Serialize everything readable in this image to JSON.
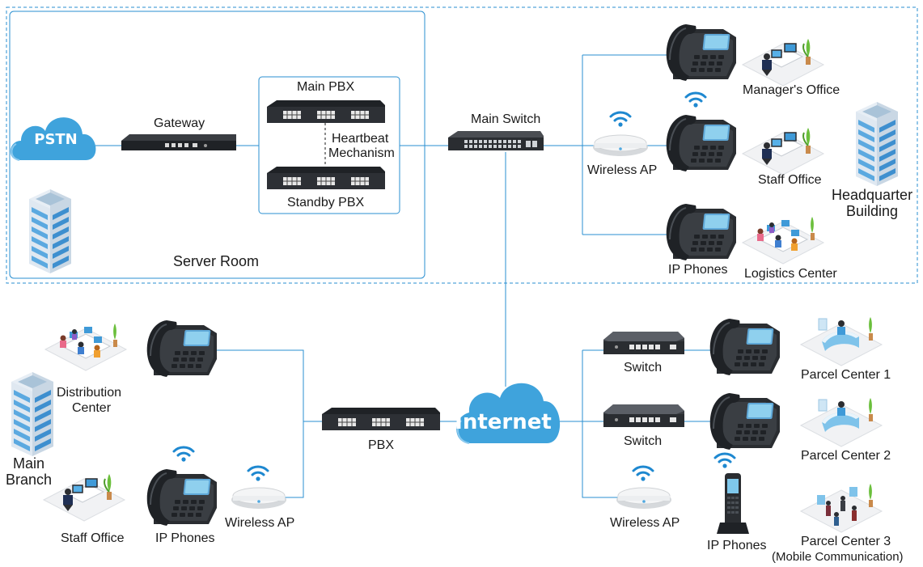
{
  "colors": {
    "line": "#2a8fd0",
    "cloud": "#3fa3dc",
    "device_dark": "#2a2d31",
    "port": "#d9d9d9",
    "wifi": "#1e88d0",
    "building": "#5ba9e0"
  },
  "headquarters": {
    "server_room": {
      "title": "Server Room",
      "pstn": "PSTN",
      "gateway": "Gateway",
      "main_pbx": "Main PBX",
      "standby_pbx": "Standby PBX",
      "heartbeat_line1": "Heartbeat",
      "heartbeat_line2": "Mechanism"
    },
    "main_switch": "Main Switch",
    "wireless_ap": "Wireless AP",
    "ip_phones": "IP Phones",
    "offices": {
      "manager": "Manager's Office",
      "staff": "Staff Office",
      "logistics": "Logistics Center"
    },
    "building_line1": "Headquarter",
    "building_line2": "Building"
  },
  "internet": "Internet",
  "main_branch": {
    "building_line1": "Main",
    "building_line2": "Branch",
    "distribution_line1": "Distribution",
    "distribution_line2": "Center",
    "staff_office": "Staff Office",
    "ip_phones": "IP Phones",
    "wireless_ap": "Wireless AP",
    "pbx": "PBX"
  },
  "parcel": {
    "switch_1": "Switch",
    "switch_2": "Switch",
    "wireless_ap": "Wireless AP",
    "ip_phones": "IP Phones",
    "center_1": "Parcel Center 1",
    "center_2": "Parcel Center 2",
    "center_3": "Parcel Center 3",
    "center_3_note": "(Mobile Communication)"
  },
  "icons": [
    "cloud-icon",
    "gateway-icon",
    "pbx-icon",
    "switch-icon",
    "access-point-icon",
    "wifi-icon",
    "desk-phone-icon",
    "cordless-phone-icon",
    "building-icon",
    "office-icon",
    "reception-icon"
  ]
}
